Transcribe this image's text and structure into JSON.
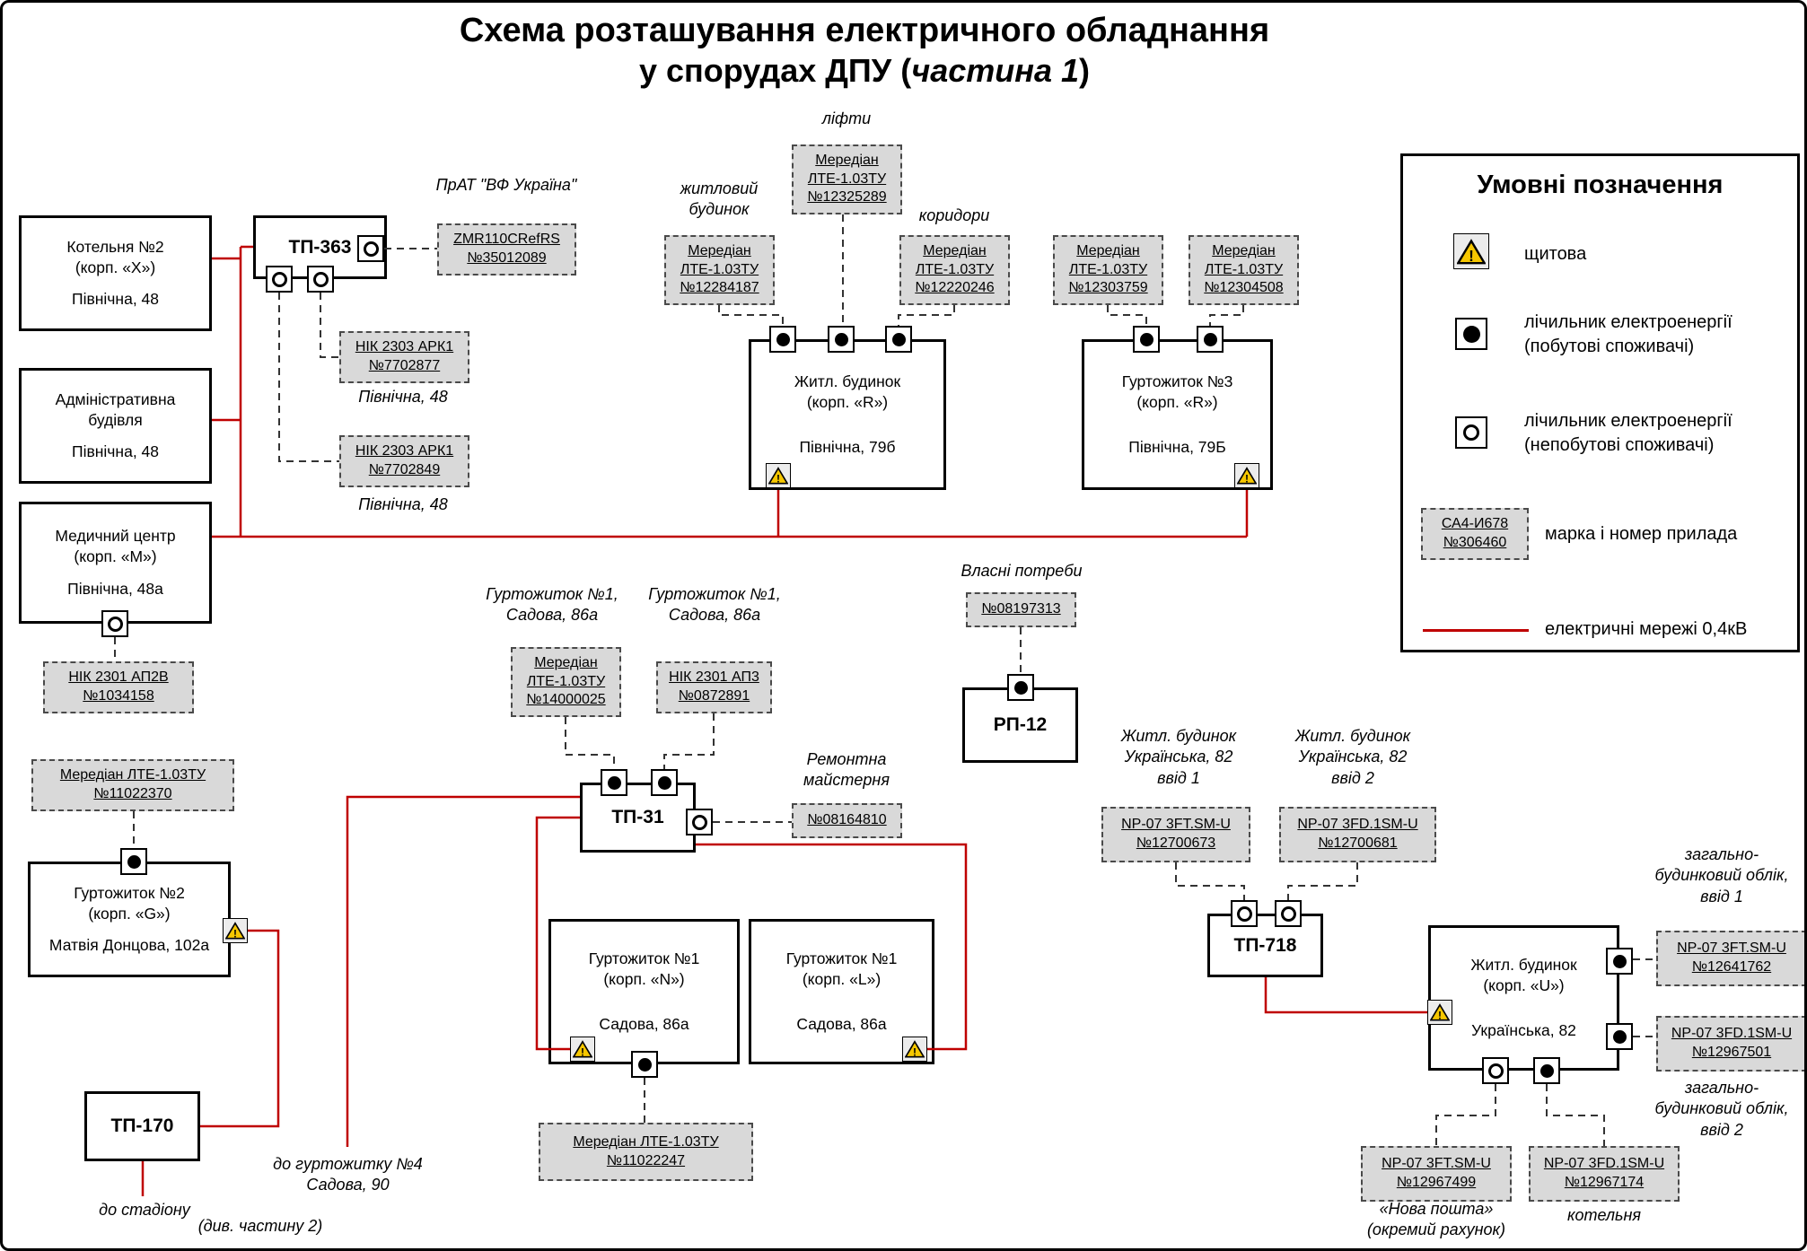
{
  "title": {
    "line1": "Схема розташування електричного обладнання",
    "line2a": "у спорудах ДПУ (",
    "line2b": "частина 1",
    "line2c": ")"
  },
  "legend": {
    "title": "Умовні позначення",
    "item_shchytova": "щитова",
    "item_meter_res_1": "лічильник електроенергії",
    "item_meter_res_2": "(побутові споживачі)",
    "item_meter_nonres_1": "лічильник електроенергії",
    "item_meter_nonres_2": "(непобутові споживачі)",
    "device_model": "СА4-И678",
    "device_number": "№306460",
    "item_device": "марка і номер прилада",
    "item_network": "електричні мережі 0,4кВ"
  },
  "tp": {
    "tp363": "ТП-363",
    "tp31": "ТП-31",
    "tp170": "ТП-170",
    "tp718": "ТП-718",
    "rp12": "РП-12"
  },
  "buildings": {
    "kotelnya": {
      "l1": "Котельня №2",
      "l2": "(корп. «Х»)",
      "l3": "Північна, 48"
    },
    "admin": {
      "l1": "Адміністративна",
      "l2": "будівля",
      "l3": "Північна, 48"
    },
    "med": {
      "l1": "Медичний центр",
      "l2": "(корп. «М»)",
      "l3": "Північна, 48а"
    },
    "zhytl_r": {
      "l1": "Житл. будинок",
      "l2": "(корп. «R»)",
      "l3": "Північна, 79б"
    },
    "gurt3": {
      "l1": "Гуртожиток №3",
      "l2": "(корп. «R»)",
      "l3": "Північна, 79Б"
    },
    "gurt2": {
      "l1": "Гуртожиток №2",
      "l2": "(корп. «G»)",
      "l3": "Матвія Донцова, 102а"
    },
    "gurt1n": {
      "l1": "Гуртожиток №1",
      "l2": "(корп. «N»)",
      "l3": "Садова, 86а"
    },
    "gurt1l": {
      "l1": "Гуртожиток №1",
      "l2": "(корп. «L»)",
      "l3": "Садова, 86а"
    },
    "zhytl_u": {
      "l1": "Житл. будинок",
      "l2": "(корп. «U»)",
      "l3": "Українська, 82"
    }
  },
  "meters": {
    "zmr": {
      "l1": "ZMR110CRefRS",
      "l2": "№35012089"
    },
    "nik877": {
      "l1": "НІК 2303 АРК1",
      "l2": "№7702877"
    },
    "nik849": {
      "l1": "НІК 2303 АРК1",
      "l2": "№7702849"
    },
    "nik2b": {
      "l1": "НІК 2301 АП2В",
      "l2": "№1034158"
    },
    "mer289": {
      "l1": "Мередіан",
      "l2": "ЛТЕ-1.03ТУ",
      "l3": "№12325289"
    },
    "mer187": {
      "l1": "Мередіан",
      "l2": "ЛТЕ-1.03ТУ",
      "l3": "№12284187"
    },
    "mer246": {
      "l1": "Мередіан",
      "l2": "ЛТЕ-1.03ТУ",
      "l3": "№12220246"
    },
    "mer759": {
      "l1": "Мередіан",
      "l2": "ЛТЕ-1.03ТУ",
      "l3": "№12303759"
    },
    "mer508": {
      "l1": "Мередіан",
      "l2": "ЛТЕ-1.03ТУ",
      "l3": "№12304508"
    },
    "mer370": {
      "l1": "Мередіан ЛТЕ-1.03ТУ",
      "l2": "№11022370"
    },
    "mer025": {
      "l1": "Мередіан",
      "l2": "ЛТЕ-1.03ТУ",
      "l3": "№14000025"
    },
    "nik3": {
      "l1": "НІК 2301 АП3",
      "l2": "№0872891"
    },
    "n313": {
      "l1": "№08197313"
    },
    "n810": {
      "l1": "№08164810"
    },
    "mer247": {
      "l1": "Мередіан ЛТЕ-1.03ТУ",
      "l2": "№11022247"
    },
    "np673": {
      "l1": "NP-07 3FT.SM-U",
      "l2": "№12700673"
    },
    "np681": {
      "l1": "NP-07 3FD.1SM-U",
      "l2": "№12700681"
    },
    "np762": {
      "l1": "NP-07 3FT.SM-U",
      "l2": "№12641762"
    },
    "np501": {
      "l1": "NP-07 3FD.1SM-U",
      "l2": "№12967501"
    },
    "np499": {
      "l1": "NP-07 3FT.SM-U",
      "l2": "№12967499"
    },
    "np174": {
      "l1": "NP-07 3FD.1SM-U",
      "l2": "№12967174"
    }
  },
  "labels": {
    "prat": "ПрАТ \"ВФ Україна\"",
    "pivn48a": "Північна, 48",
    "pivn48b": "Північна, 48",
    "lifty": "ліфти",
    "zhytl1": "житловий",
    "zhytl2": "будинок",
    "korydory": "коридори",
    "g1a1": "Гуртожиток №1,",
    "g1a2": "Садова, 86а",
    "g1b1": "Гуртожиток №1,",
    "g1b2": "Садова, 86а",
    "rem1": "Ремонтна",
    "rem2": "майстерня",
    "vlasni": "Власні потреби",
    "vvid1_1": "Житл. будинок",
    "vvid1_2": "Українська, 82",
    "vvid1_3": "ввід 1",
    "vvid2_1": "Житл. будинок",
    "vvid2_2": "Українська, 82",
    "vvid2_3": "ввід 2",
    "oblik1_1": "загально-",
    "oblik1_2": "будинковий облік,",
    "oblik1_3": "ввід 1",
    "oblik2_1": "загально-",
    "oblik2_2": "будинковий облік,",
    "oblik2_3": "ввід 2",
    "novaposhta1": "«Нова пошта»",
    "novaposhta2": "(окремий рахунок)",
    "kotelnya": "котельня",
    "stadion": "до стадіону",
    "gurt4_1": "до гуртожитку №4",
    "gurt4_2": "Садова, 90",
    "part2": "(див. частину 2)"
  },
  "colors": {
    "network": "#bf0000",
    "meter_box_bg": "#d9d9d9",
    "warning_yellow": "#f6c700"
  }
}
